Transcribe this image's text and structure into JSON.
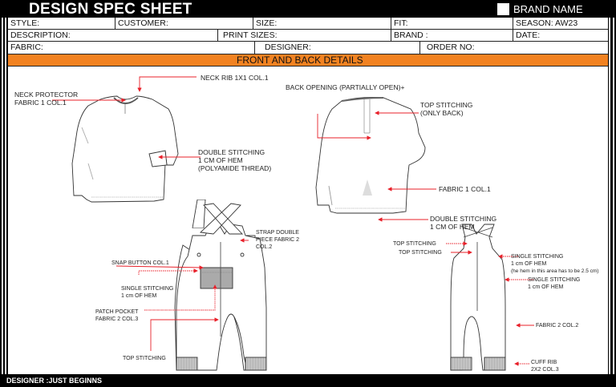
{
  "header": {
    "title": "DESIGN SPEC SHEET",
    "brand_name": "BRAND NAME"
  },
  "fields": {
    "row1": [
      {
        "label": "STYLE:"
      },
      {
        "label": "CUSTOMER:"
      },
      {
        "label": "SIZE:"
      },
      {
        "label": "FIT:"
      },
      {
        "label": "SEASON: AW23"
      }
    ],
    "row2": [
      {
        "label": "DESCRIPTION:"
      },
      {
        "label": "PRINT SIZES:"
      },
      {
        "label": "BRAND :"
      },
      {
        "label": "DATE:"
      }
    ],
    "row3": [
      {
        "label": "FABRIC:"
      },
      {
        "label": "DESIGNER:"
      },
      {
        "label": "ORDER NO:"
      }
    ]
  },
  "section": {
    "title": "FRONT AND BACK DETAILS"
  },
  "callouts": {
    "top_front": {
      "neck_rib": "NECK RIB 1X1 COL.1",
      "neck_protector_1": "NECK PROTECTOR",
      "neck_protector_2": "FABRIC 1 COL.1",
      "double_stitch_1": "DOUBLE STITCHING",
      "double_stitch_2": "1 CM OF HEM",
      "double_stitch_3": "(POLYAMIDE THREAD)"
    },
    "top_back": {
      "back_opening": "BACK OPENING (PARTIALLY OPEN)+",
      "top_stitch_1": "TOP STITCHING",
      "top_stitch_2": "(ONLY BACK)",
      "fabric": "FABRIC 1 COL.1",
      "double_stitch_1": "DOUBLE STITCHING",
      "double_stitch_2": "1 CM OF HEM"
    },
    "overall_front": {
      "strap_1": "STRAP DOUBLE",
      "strap_2": "PIECE FABRIC 2",
      "strap_3": "COL.2",
      "snap_button": "SNAP BUTTON  COL.1",
      "single_stitch_1": "SINGLE STITCHING",
      "single_stitch_2": "1 cm OF HEM",
      "patch_pocket_1": "PATCH POCKET",
      "patch_pocket_2": "FABRIC 2 COL.3",
      "top_stitching": "TOP STITCHING"
    },
    "overall_back": {
      "top_stitching_a": "TOP STITCHING",
      "top_stitching_b": "TOP STITCHING",
      "single_stitch_a1": "SINGLE STITCHING",
      "single_stitch_a2": "1 cm OF HEM",
      "single_stitch_a3": "(he hem in this area has to be 2.5 cm)",
      "single_stitch_b1": "SINGLE STITCHING",
      "single_stitch_b2": "1 cm OF HEM",
      "fabric": "FABRIC 2 COL.2",
      "cuff_1": "CUFF RIB",
      "cuff_2": "2X2 COL.3"
    }
  },
  "footer": {
    "designer": "DESIGNER :JUST BEGINNS"
  },
  "colors": {
    "accent_orange": "#f28221",
    "callout_red": "#e8202a",
    "frame_black": "#000000"
  }
}
